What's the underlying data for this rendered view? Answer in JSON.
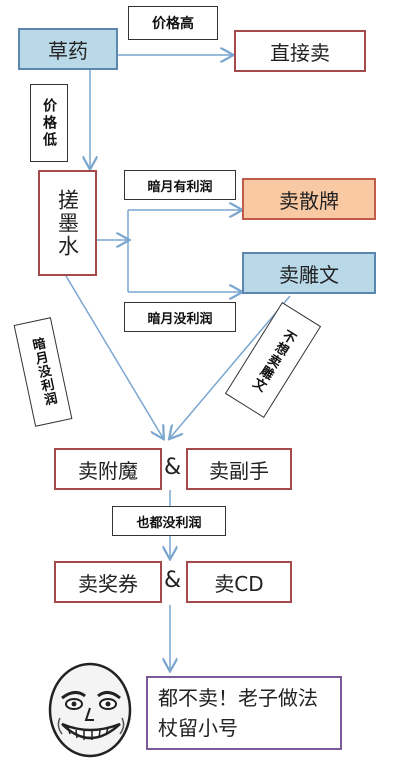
{
  "nodes": {
    "herb": "草药",
    "direct_sell": "直接卖",
    "rub_ink": "搓墨水",
    "sell_cards": "卖散牌",
    "sell_glyphs": "卖雕文",
    "sell_enchant": "卖附魔",
    "sell_offhand": "卖副手",
    "sell_vouchers": "卖奖券",
    "sell_cd": "卖CD",
    "final": "都不卖！老子做法杖留小号"
  },
  "edges": {
    "high_price": "价格高",
    "low_price": "价格低",
    "ink_profit": "暗月有利润",
    "ink_no_profit": "暗月没利润",
    "darkmoon_no_profit": "暗月没利润",
    "no_glyphs": "不想卖雕文",
    "also_no_profit": "也都没利润"
  },
  "amp": "&",
  "colors": {
    "border_red": "#a44a4a",
    "blue_fill": "#b9d9e9",
    "peach_fill": "#f9c9a4",
    "arrow": "#7aa6cf",
    "purple_border": "#7a5a9a"
  }
}
